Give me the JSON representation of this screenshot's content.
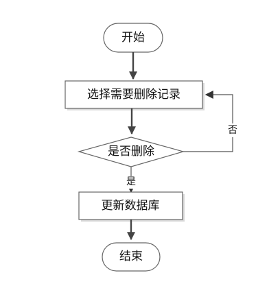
{
  "nodes": {
    "start": {
      "label": "开始"
    },
    "select": {
      "label": "选择需要删除记录"
    },
    "decision": {
      "label": "是否删除"
    },
    "update": {
      "label": "更新数据库"
    },
    "end": {
      "label": "结束"
    }
  },
  "edges": {
    "yes_label": "是",
    "no_label": "否"
  }
}
